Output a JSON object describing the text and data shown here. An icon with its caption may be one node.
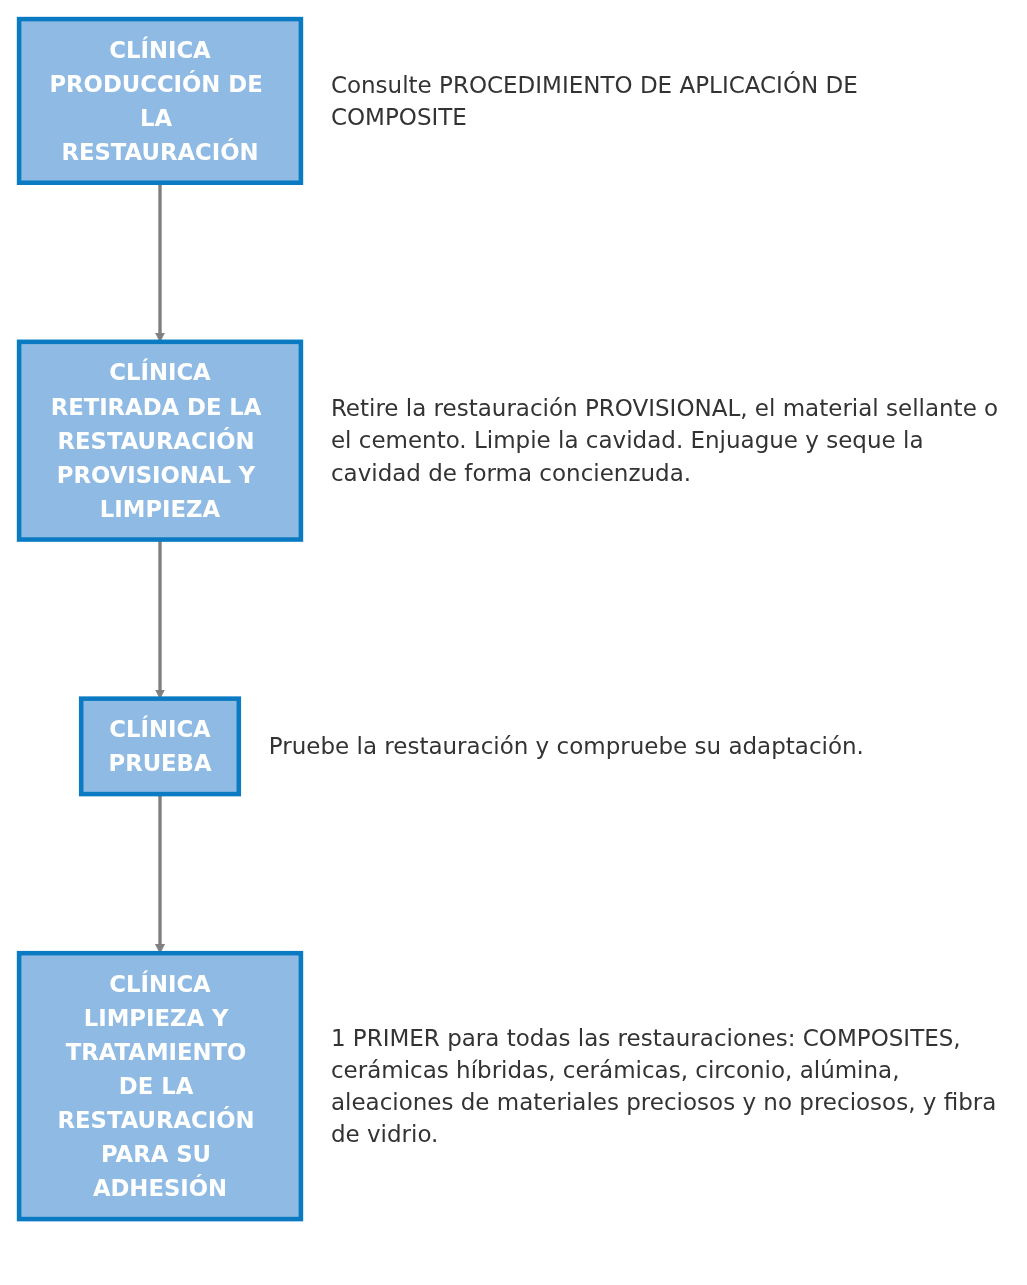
{
  "diagram": {
    "nodes": [
      {
        "text": [
          "CLÍNICA",
          "PRODUCCIÓN DE LA RESTAURACIÓN"
        ],
        "beside": [
          "Consulte PROCEDIMIENTO DE APLICACIÓN DE COMPOSITE"
        ]
      },
      {
        "text": [
          "CLÍNICA",
          "RETIRADA DE LA RESTAURACIÓN PROVISIONAL Y LIMPIEZA"
        ],
        "beside": [
          "Retire la restauración PROVISIONAL, el material sellante o el cemento. Limpie la cavidad. Enjuague y seque la cavidad de forma concienzuda."
        ]
      },
      {
        "text": [
          "CLÍNICA",
          "PRUEBA"
        ],
        "beside": [
          "Pruebe la restauración y compruebe su adaptación."
        ]
      },
      {
        "text": [
          "CLÍNICA",
          "LIMPIEZA Y TRATAMIENTO DE LA RESTAURACIÓN PARA SU ADHESIÓN"
        ],
        "beside": [
          "1 PRIMER para todas las restauraciones: COMPOSITES, cerámicas híbridas, cerámicas, circonio, alúmina, aleaciones de materiales preciosos y no preciosos, y fibra de vidrio."
        ]
      }
    ],
    "edges": [
      {
        "from": 0,
        "to": 1,
        "arrow": "to"
      },
      {
        "from": 1,
        "to": 2,
        "arrow": "to"
      },
      {
        "from": 2,
        "to": 3,
        "arrow": "to"
      }
    ]
  }
}
